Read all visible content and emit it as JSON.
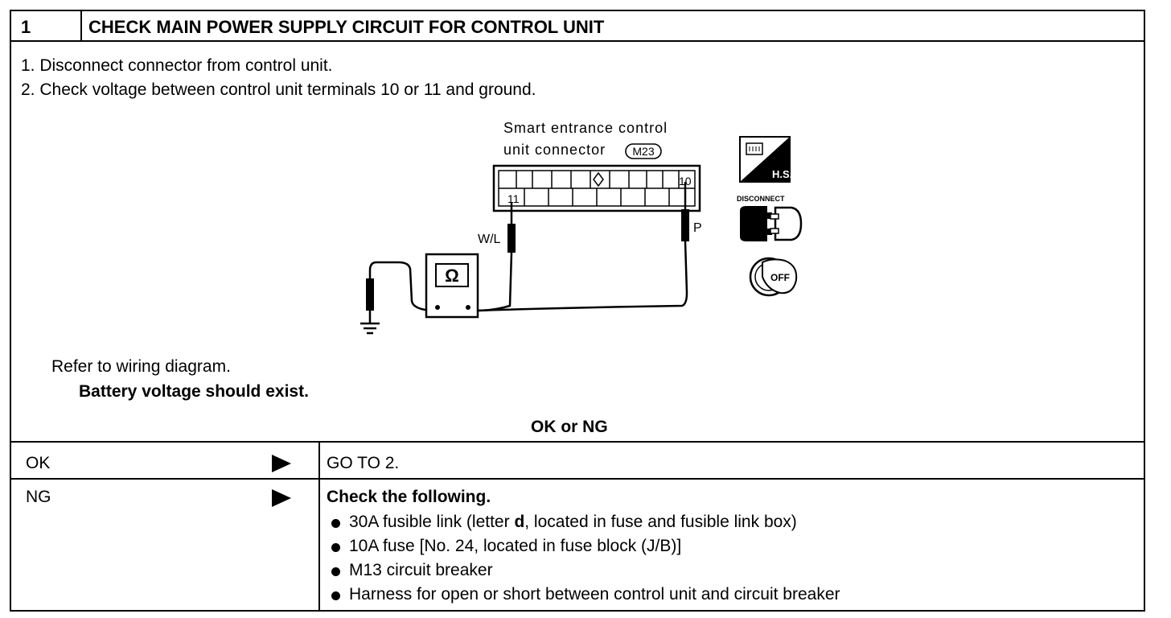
{
  "step": {
    "number": "1",
    "title": "CHECK MAIN POWER SUPPLY CIRCUIT FOR CONTROL UNIT"
  },
  "instructions": [
    "1.  Disconnect connector from control unit.",
    "2.  Check voltage between control unit terminals 10 or 11 and ground."
  ],
  "diagram": {
    "connector_label_line1": "Smart entrance control",
    "connector_label_line2": "unit connector",
    "connector_code": "M23",
    "terminal_left": "11",
    "terminal_right": "10",
    "wire_left": "W/L",
    "wire_right": "P",
    "meter_symbol": "Ω",
    "icons": {
      "hs_label": "H.S.",
      "disconnect_label": "DISCONNECT",
      "key_label": "OFF"
    }
  },
  "refer": "Refer to wiring diagram.",
  "expected": "Battery voltage should exist.",
  "result_heading": "OK or NG",
  "results": {
    "ok": {
      "label": "OK",
      "action": "GO TO 2."
    },
    "ng": {
      "label": "NG",
      "action_title": "Check the following.",
      "items": [
        {
          "pre": "30A fusible link (letter ",
          "bold": "d",
          "post": ", located in fuse and fusible link box)"
        },
        {
          "text": "10A fuse [No. 24, located in fuse block (J/B)]"
        },
        {
          "text": "M13 circuit breaker"
        },
        {
          "text": "Harness for open or short between control unit and circuit breaker"
        }
      ]
    }
  }
}
